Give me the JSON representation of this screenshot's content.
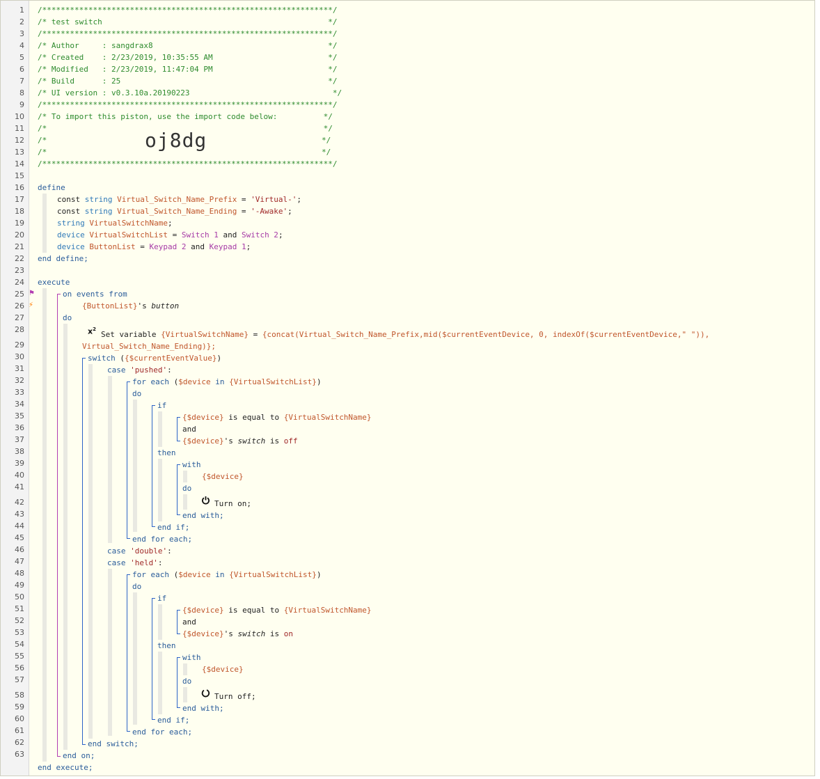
{
  "header": {
    "border": "/***************************************************************/",
    "title_line": "/* test switch                                                 */",
    "author_line": "/* Author     : sangdrax8                                      */",
    "created_line": "/* Created    : 2/23/2019, 10:35:55 AM                         */",
    "modified_line": "/* Modified   : 2/23/2019, 11:47:04 PM                         */",
    "build_line": "/* Build      : 25                                             */",
    "ui_line": "/* UI version : v0.3.10a.20190223                               */",
    "import_line": "/* To import this piston, use the import code below:          */",
    "blank_line": "/*                                                            */",
    "blank_open": "/*",
    "blank_close": "*/",
    "import_code": "oj8dg"
  },
  "line_numbers": [
    "1",
    "2",
    "3",
    "4",
    "5",
    "6",
    "7",
    "8",
    "9",
    "10",
    "11",
    "12",
    "13",
    "14",
    "15",
    "16",
    "17",
    "18",
    "19",
    "20",
    "21",
    "22",
    "23",
    "24",
    "25",
    "26",
    "27",
    "28",
    "29",
    "30",
    "31",
    "32",
    "33",
    "34",
    "35",
    "36",
    "37",
    "38",
    "39",
    "40",
    "41",
    "42",
    "43",
    "44",
    "45",
    "46",
    "47",
    "48",
    "49",
    "50",
    "51",
    "52",
    "53",
    "54",
    "55",
    "56",
    "57",
    "58",
    "59",
    "60",
    "61",
    "62",
    "63"
  ],
  "tokens": {
    "define": "define",
    "const": "const",
    "string": "string",
    "device": "device",
    "end_define": "end define;",
    "execute": "execute",
    "end_execute": "end execute;",
    "on_events_from": "on events from",
    "do": "do",
    "end_on": "end on;",
    "switch": "switch",
    "end_switch": "end switch;",
    "case": "case",
    "for_each": "for each",
    "in": "in",
    "end_for_each": "end for each;",
    "if": "if",
    "then": "then",
    "end_if": "end if;",
    "with": "with",
    "end_with": "end with;",
    "and": "and",
    "is_equal_to": "is equal to",
    "is": "is",
    "switch_attr": "switch",
    "button_attr": "button",
    "possessive": "'s",
    "semicolon": ";",
    "equals": " = ",
    "set_variable": "Set variable",
    "turn_on": "Turn on;",
    "turn_off": "Turn off;",
    "x2_icon": "x",
    "x2_sup": "2"
  },
  "defines": {
    "prefix_name": "Virtual_Switch_Name_Prefix",
    "prefix_value": "'Virtual-'",
    "ending_name": "Virtual_Switch_Name_Ending",
    "ending_value": "'-Awake'",
    "switch_name": "VirtualSwitchName",
    "switch_list": "VirtualSwitchList",
    "button_list": "ButtonList",
    "switch1": "Switch 1",
    "switch2": "Switch 2",
    "keypad2": "Keypad 2",
    "keypad1": "Keypad 1"
  },
  "statements": {
    "button_list_ref": "{ButtonList}",
    "set_var_target": "{VirtualSwitchName}",
    "set_var_expr_1": "{concat(Virtual_Switch_Name_Prefix,mid($currentEventDevice, 0, indexOf($currentEventDevice,\" \")),",
    "set_var_expr_2": "Virtual_Switch_Name_Ending)};",
    "switch_expr_open": "(",
    "switch_expr": "{$currentEventValue}",
    "switch_expr_close": ")",
    "case_pushed": "'pushed'",
    "case_double": "'double'",
    "case_held": "'held'",
    "colon": ":",
    "for_open": "(",
    "for_var": "$device",
    "for_list": "{VirtualSwitchList}",
    "for_close": ")",
    "device_ref": "{$device}",
    "switch_name_ref": "{VirtualSwitchName}",
    "off": "off",
    "on": "on"
  },
  "colors": {
    "comment": "#2e8b2e",
    "keyword": "#2a5c9a",
    "variable": "#c0562c",
    "string": "#a02a2a",
    "device": "#a63aa6",
    "background": "#fffff0"
  },
  "icons": [
    "power-on-icon",
    "power-off-icon",
    "math-x2-icon",
    "trigger-bolt-icon",
    "condition-flag-icon"
  ]
}
